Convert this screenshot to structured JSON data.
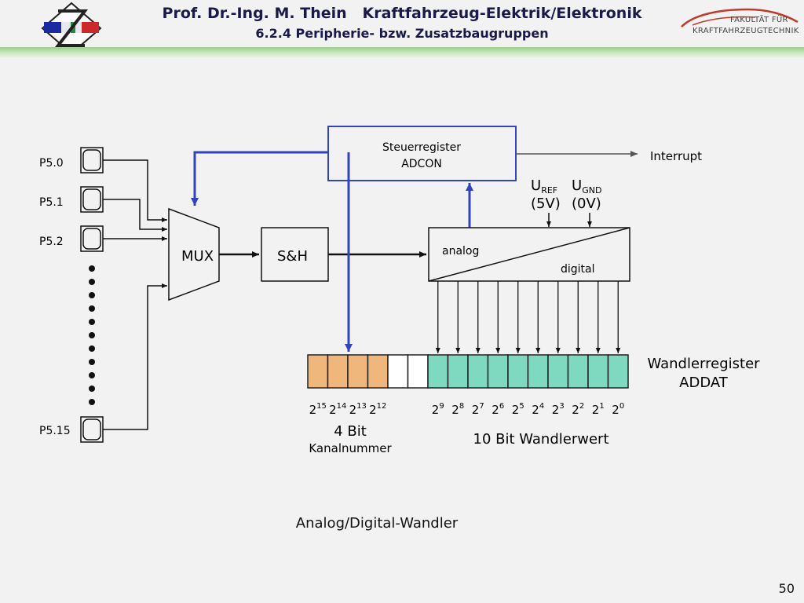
{
  "header": {
    "author": "Prof. Dr.-Ing. M. Thein",
    "course": "Kraftfahrzeug-Elektrik/Elektronik",
    "section": "6.2.4 Peripherie- bzw. Zusatzbaugruppen",
    "faculty_line1": "FAKULTÄT FÜR",
    "faculty_line2": "KRAFTFAHRZEUGTECHNIK"
  },
  "diagram": {
    "ports": [
      {
        "id": "p50",
        "label": "P5.0"
      },
      {
        "id": "p51",
        "label": "P5.1"
      },
      {
        "id": "p52",
        "label": "P5.2"
      },
      {
        "id": "p515",
        "label": "P5.15"
      }
    ],
    "mux_label": "MUX",
    "sh_label": "S&H",
    "steuerregister_line1": "Steuerregister",
    "steuerregister_line2": "ADCON",
    "interrupt_label": "Interrupt",
    "uref": {
      "base": "U",
      "sub": "REF",
      "value": "(5V)"
    },
    "ugnd": {
      "base": "U",
      "sub": "GND",
      "value": "(0V)"
    },
    "adc_analog": "analog",
    "adc_digital": "digital",
    "wandlerregister_line1": "Wandlerregister",
    "wandlerregister_line2": "ADDAT",
    "channel_bits": [
      "15",
      "14",
      "13",
      "12"
    ],
    "value_bits": [
      "9",
      "8",
      "7",
      "6",
      "5",
      "4",
      "3",
      "2",
      "1",
      "0"
    ],
    "bit_base": "2",
    "channel_label_line1": "4 Bit",
    "channel_label_line2": "Kanalnummer",
    "value_label": "10 Bit Wandlerwert"
  },
  "caption": "Analog/Digital-Wandler",
  "page_number": "50",
  "colors": {
    "blue_line": "#3344bb",
    "channel_bit_fill": "#f0b77c",
    "value_bit_fill": "#7fd9c0",
    "header_green": "#9bd08a",
    "title_text": "#1a1a4a"
  }
}
